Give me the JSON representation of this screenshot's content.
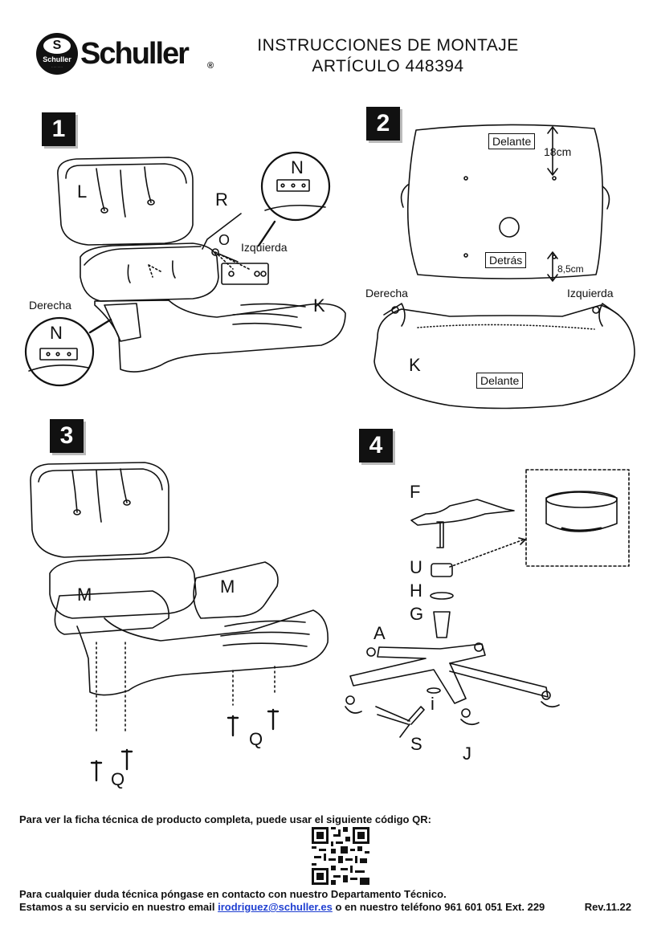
{
  "brand": {
    "name": "Schuller",
    "seal_text": "Schuller",
    "seal_letter": "S",
    "registered": "®"
  },
  "header": {
    "line1": "INSTRUCCIONES DE MONTAJE",
    "line2": "ARTÍCULO  448394"
  },
  "steps": {
    "s1": {
      "number": "1",
      "labels": {
        "L": "L",
        "R": "R",
        "O": "O",
        "K": "K",
        "N_top": "N",
        "N_bottom": "N",
        "left": "Izquierda",
        "right": "Derecha"
      }
    },
    "s2": {
      "number": "2",
      "front_top": "Delante",
      "back": "Detrás",
      "dim1": "18cm",
      "dim2": "8,5cm",
      "right": "Derecha",
      "left": "Izquierda",
      "K": "K",
      "front_bottom": "Delante"
    },
    "s3": {
      "number": "3",
      "M_left": "M",
      "M_right": "M",
      "Q_right": "Q",
      "Q_left": "Q"
    },
    "s4": {
      "number": "4",
      "F": "F",
      "U": "U",
      "H": "H",
      "G": "G",
      "A": "A",
      "I": "i",
      "S": "S",
      "J": "J"
    }
  },
  "footer": {
    "qr_note": "Para ver la ficha técnica de producto completa, puede usar el siguiente código QR:",
    "contact_line1": "Para cualquier duda técnica póngase en contacto con nuestro Departamento Técnico.",
    "contact_line2_prefix": "Estamos a su servicio en nuestro email ",
    "email": "irodriguez@schuller.es",
    "contact_line2_suffix": "  o en nuestro teléfono 961 601 051 Ext. 229",
    "revision": "Rev.11.22"
  },
  "icons": [
    "qr-code-icon",
    "schuller-seal-icon"
  ]
}
